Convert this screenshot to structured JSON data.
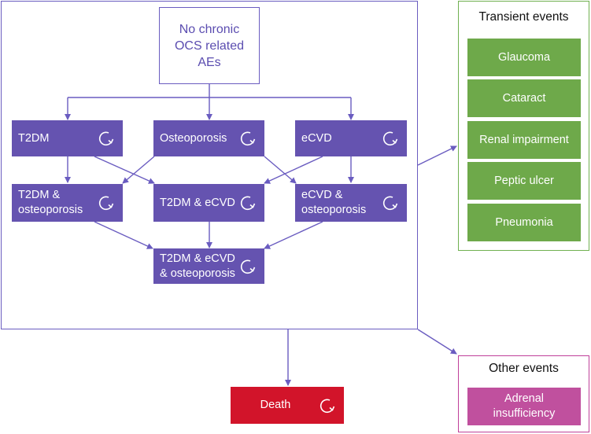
{
  "start": {
    "label": "No chronic OCS related AEs"
  },
  "nodes": {
    "t2dm": "T2DM",
    "osteoporosis": "Osteoporosis",
    "ecvd": "eCVD",
    "t2dm_osteo": "T2DM &\nosteoporosis",
    "t2dm_ecvd": "T2DM & eCVD",
    "ecvd_osteo": "eCVD &\nosteoporosis",
    "all_three": "T2DM & eCVD\n& osteoporosis",
    "death": "Death"
  },
  "transient": {
    "title": "Transient events",
    "items": [
      "Glaucoma",
      "Cataract",
      "Renal impairment",
      "Peptic ulcer",
      "Pneumonia"
    ]
  },
  "other": {
    "title": "Other events",
    "items": [
      "Adrenal\ninsufficiency"
    ]
  },
  "colors": {
    "node": "#6553b0",
    "border": "#6a5cc0",
    "transient": "#6ea94a",
    "other": "#c0509e",
    "death": "#d2142a"
  },
  "icons": {
    "self_loop": "cycle-arrow-icon"
  }
}
